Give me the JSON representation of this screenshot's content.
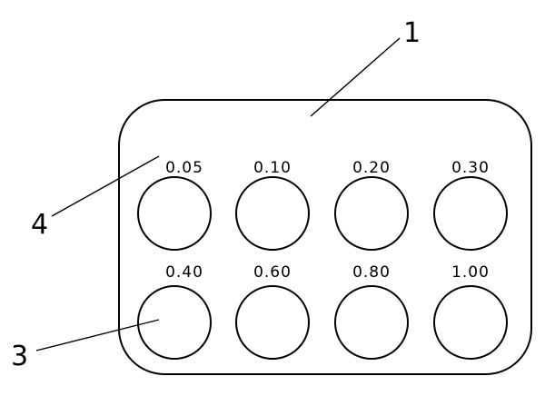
{
  "callouts": {
    "tray": "1",
    "well": "3",
    "label": "4"
  },
  "wells": {
    "row_1": [
      "0.05",
      "0.10",
      "0.20",
      "0.30"
    ],
    "row_2": [
      "0.40",
      "0.60",
      "0.80",
      "1.00"
    ]
  }
}
